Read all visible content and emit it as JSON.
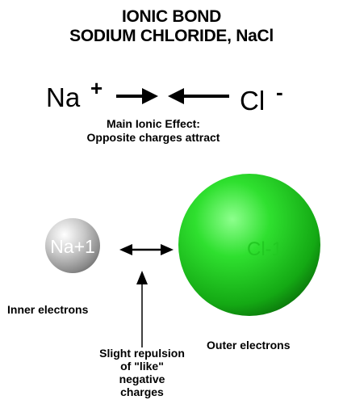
{
  "title": {
    "line1": "IONIC BOND",
    "line2": "SODIUM CHLORIDE, NaCl"
  },
  "equation": {
    "cation_symbol": "Na",
    "cation_charge": "+",
    "anion_symbol": "Cl",
    "anion_charge": "-"
  },
  "effect": {
    "line1": "Main Ionic Effect:",
    "line2": "Opposite charges attract"
  },
  "ions": {
    "sodium_label": "Na+1",
    "chloride_label": "Cl-1"
  },
  "labels": {
    "inner": "Inner electrons",
    "outer": "Outer electrons",
    "repulsion": [
      "Slight repulsion",
      "of \"like\"",
      "negative",
      "charges"
    ]
  },
  "colors": {
    "chloride_ball": "#1fd11f",
    "sodium_ball": "#bdbdbd",
    "arrow": "#000000"
  }
}
